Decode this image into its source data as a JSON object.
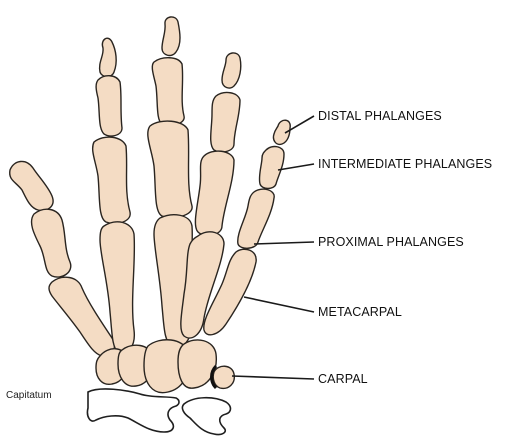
{
  "labels": {
    "distal_phalanges": "DISTAL PHALANGES",
    "intermediate_phalanges": "INTERMEDIATE PHALANGES",
    "proximal_phalanges": "PROXIMAL PHALANGES",
    "metacarpal": "METACARPAL",
    "carpal": "CARPAL",
    "capitatum": "Capitatum"
  },
  "colors": {
    "bone_fill": "#f4dcc4",
    "outline": "#2a2520",
    "label_text": "#111111"
  }
}
